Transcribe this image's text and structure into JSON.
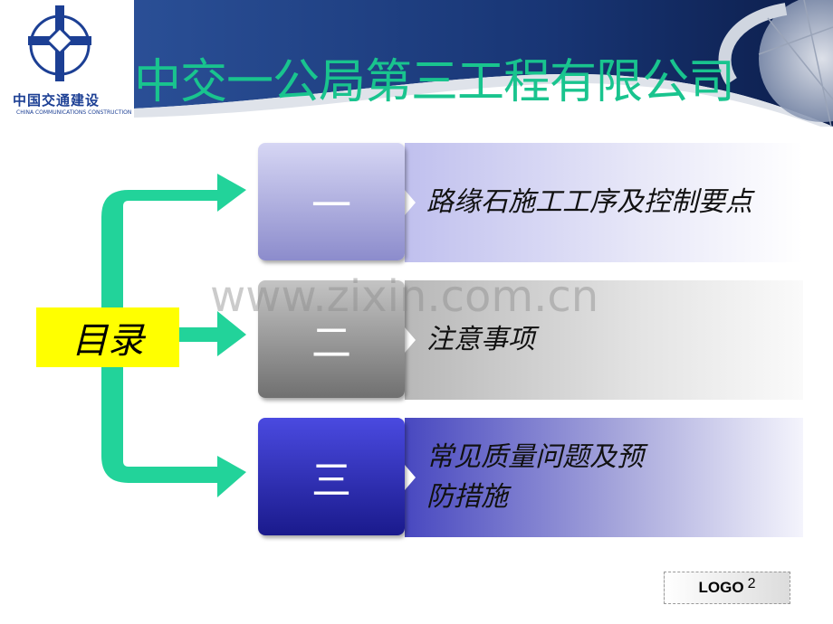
{
  "logo": {
    "cn": "中国交通建设",
    "en": "CHINA COMMUNICATIONS CONSTRUCTION"
  },
  "title": "中交一公局第三工程有限公司",
  "menu_label": "目录",
  "items": [
    {
      "number": "一",
      "text": "路缘石施工工序及控制要点"
    },
    {
      "number": "二",
      "text": "注意事项"
    },
    {
      "number": "三",
      "text": "常见质量问题及预防措施"
    }
  ],
  "watermark": "www.zixin.com.cn",
  "footer": {
    "logo": "LOGO",
    "page": "2"
  },
  "colors": {
    "title": "#19c48e",
    "arrow": "#22d39a",
    "menu_bg": "#ffff00",
    "header": "#1a3a7a"
  }
}
